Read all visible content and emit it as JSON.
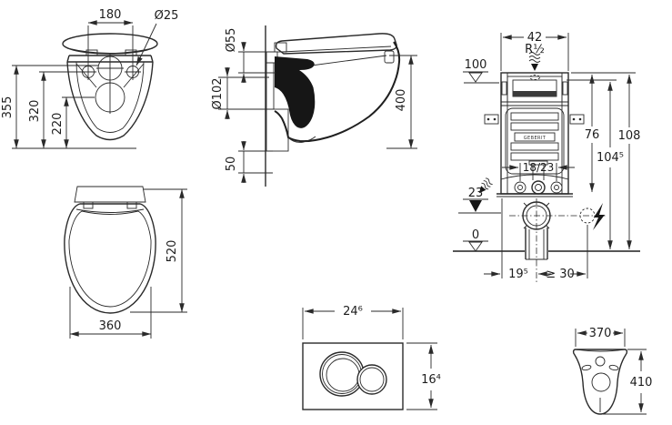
{
  "front": {
    "d180": "180",
    "d25": "Ø25",
    "d355": "355",
    "d320": "320",
    "d220": "220"
  },
  "side": {
    "d55": "Ø55",
    "d102": "Ø102",
    "d400": "400",
    "d50": "50"
  },
  "top": {
    "d520": "520",
    "d360": "360"
  },
  "frame": {
    "d42": "42",
    "r12": "R½",
    "d100": "100",
    "d76": "76",
    "d1045": "104⁵",
    "d108": "108",
    "d1823": "18/23",
    "d23": "23",
    "d0": "0",
    "d195": "19⁵",
    "d30": "≥ 30",
    "brand": "GEBERIT"
  },
  "plate": {
    "d246": "24⁶",
    "d164": "16⁴"
  },
  "mat": {
    "d370": "370",
    "d410": "410"
  },
  "colors": {
    "line": "#2a2a2a",
    "background": "#ffffff",
    "section_fill": "#161616"
  }
}
